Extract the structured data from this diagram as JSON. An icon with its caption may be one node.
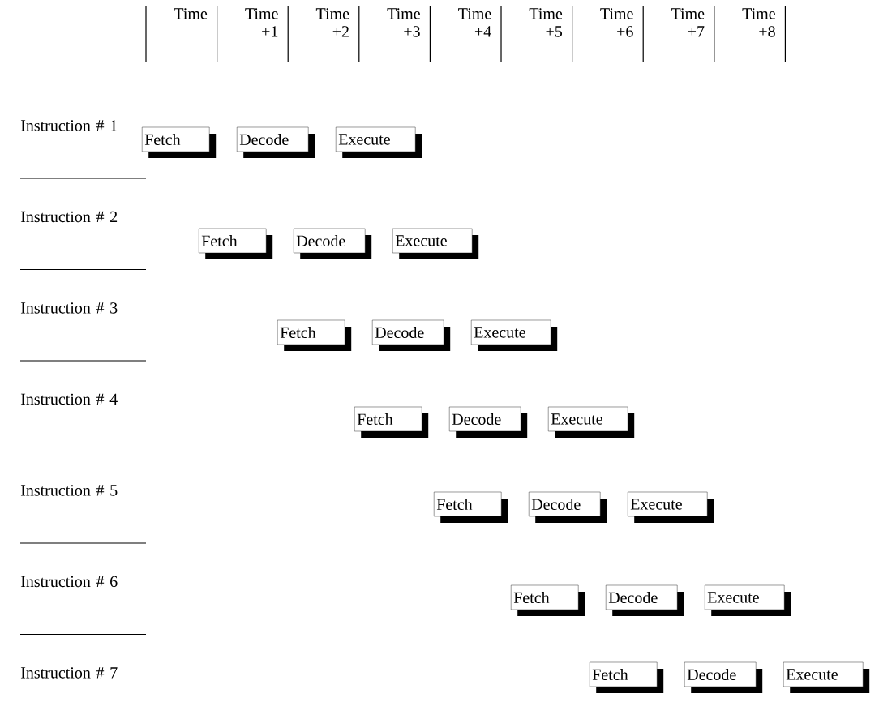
{
  "diagram": {
    "nodes": [
      {
        "text": [
          "Fetch"
        ]
      },
      {
        "text": [
          "Decode"
        ]
      },
      {
        "text": [
          "Execute"
        ]
      },
      {
        "text": [
          "Fetch"
        ]
      },
      {
        "text": [
          "Decode"
        ]
      },
      {
        "text": [
          "Execute"
        ]
      },
      {
        "text": [
          "Fetch"
        ]
      },
      {
        "text": [
          "Decode"
        ]
      },
      {
        "text": [
          "Execute"
        ]
      },
      {
        "text": [
          "Fetch"
        ]
      },
      {
        "text": [
          "Decode"
        ]
      },
      {
        "text": [
          "Execute"
        ]
      },
      {
        "text": [
          "Fetch"
        ]
      },
      {
        "text": [
          "Decode"
        ]
      },
      {
        "text": [
          "Execute"
        ]
      },
      {
        "text": [
          "Fetch"
        ]
      },
      {
        "text": [
          "Decode"
        ]
      },
      {
        "text": [
          "Execute"
        ]
      },
      {
        "text": [
          "Fetch"
        ]
      },
      {
        "text": [
          "Decode"
        ]
      },
      {
        "text": [
          "Execute"
        ]
      }
    ],
    "labels": [
      "Time",
      "Time +1",
      "Time +2",
      "Time +3",
      "Time +4",
      "Time +5",
      "Time +6",
      "Time +7",
      "Time +8",
      "Instruction # 1",
      "Instruction # 2",
      "Instruction # 3",
      "Instruction # 4",
      "Instruction # 5",
      "Instruction # 6",
      "Instruction # 7"
    ]
  }
}
